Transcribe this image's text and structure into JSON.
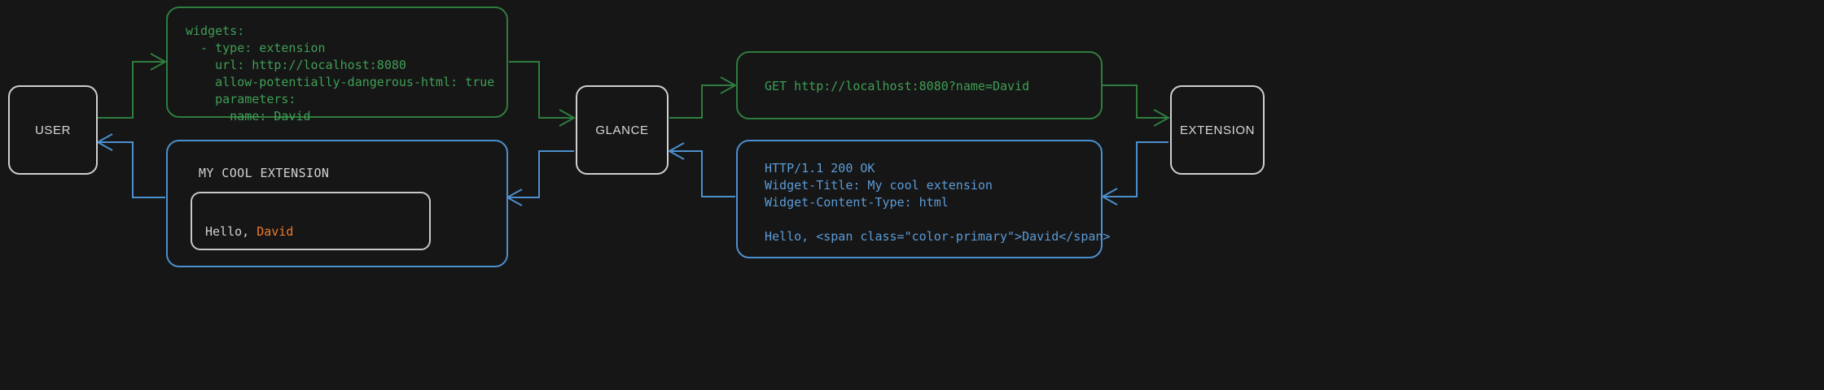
{
  "theme": {
    "background": "#161616",
    "node_border": "#cfcfcf",
    "node_text": "#d8d8d8",
    "request_color": "#2f7d3e",
    "request_text": "#3f9e55",
    "response_color": "#4c8fcd",
    "response_text": "#5b9bd6",
    "accent": "#ef7a2c"
  },
  "nodes": {
    "user": "USER",
    "glance": "GLANCE",
    "extension": "EXTENSION"
  },
  "messages": {
    "config_yaml": "widgets:\n  - type: extension\n    url: http://localhost:8080\n    allow-potentially-dangerous-html: true\n    parameters:\n      name: David",
    "http_request": "GET http://localhost:8080?name=David",
    "http_response": "HTTP/1.1 200 OK\nWidget-Title: My cool extension\nWidget-Content-Type: html\n\nHello, <span class=\"color-primary\">David</span>"
  },
  "rendered_widget": {
    "title": "MY COOL EXTENSION",
    "body_prefix": "Hello, ",
    "body_accent": "David"
  }
}
